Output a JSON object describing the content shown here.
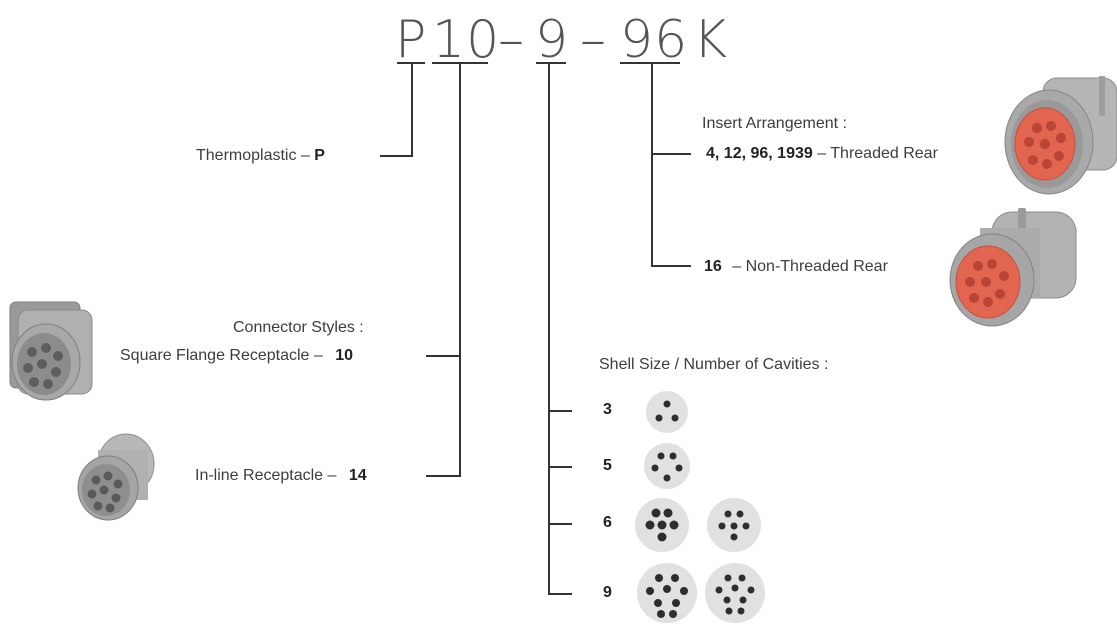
{
  "part_code": {
    "p": "P",
    "ten": "10",
    "dash1": "–",
    "nine": "9",
    "dash2": "–",
    "ninetysix": "96",
    "k": "K"
  },
  "labels": {
    "thermoplastic": "Thermoplastic –",
    "thermoplastic_value": "P",
    "connector_styles": "Connector Styles :",
    "square_flange": "Square Flange Receptacle –",
    "square_flange_value": "10",
    "inline": "In-line Receptacle –",
    "inline_value": "14",
    "insert_arrangement": "Insert Arrangement :",
    "threaded_values": "4, 12, 96, 1939",
    "threaded_text": "– Threaded Rear",
    "nonthreaded_value": "16",
    "nonthreaded_text": "– Non-Threaded Rear",
    "shell_size": "Shell Size / Number of Cavities :"
  },
  "shell_sizes": [
    "3",
    "5",
    "6",
    "9"
  ],
  "colors": {
    "line": "#333333",
    "connector_gray": "#a3a3a3",
    "insert_orange": "#e2654f",
    "cavity_disc": "#e1e1e1",
    "cavity_dot": "#2e2e2e"
  }
}
